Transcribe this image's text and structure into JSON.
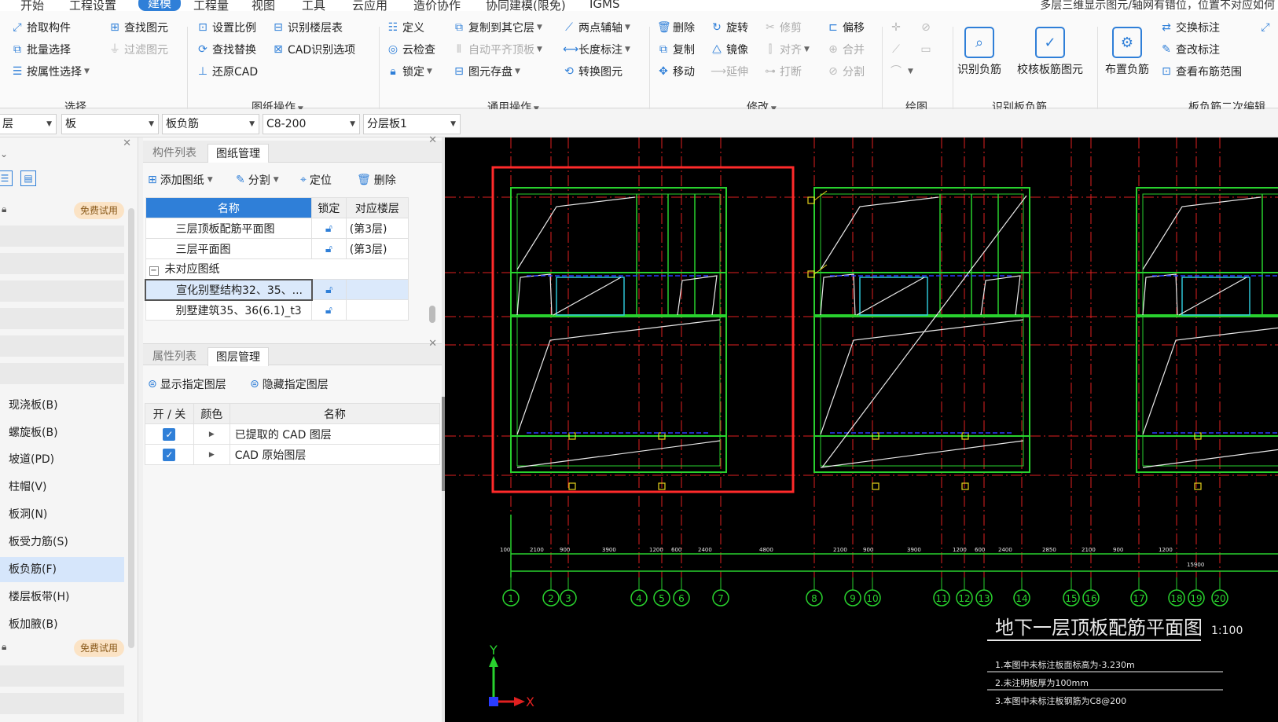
{
  "menu": {
    "items": [
      "开始",
      "工程设置",
      "建模",
      "工程量",
      "视图",
      "工具",
      "云应用",
      "造价协作",
      "协同建模(限免)",
      "IGMS"
    ],
    "active_index": 2,
    "notice": "多层三维显示图元/轴网有错位，位置不对应如何"
  },
  "ribbon": {
    "select_group": {
      "label": "选择",
      "pick": "拾取构件",
      "batch": "批量选择",
      "by_attr": "按属性选择",
      "find": "查找图元",
      "filter": "过滤图元"
    },
    "drawing_group": {
      "label": "图纸操作",
      "set_scale": "设置比例",
      "identify_floor": "识别楼层表",
      "find_replace": "查找替换",
      "cad_options": "CAD识别选项",
      "restore_cad": "还原CAD"
    },
    "common_group": {
      "label": "通用操作",
      "define": "定义",
      "copy_to_other": "复制到其它层",
      "two_point_axis": "两点辅轴",
      "cloud_check": "云检查",
      "auto_align": "自动平齐顶板",
      "length_mark": "长度标注",
      "lock": "锁定",
      "save_element": "图元存盘",
      "convert": "转换图元"
    },
    "modify_group": {
      "label": "修改",
      "delete": "删除",
      "rotate": "旋转",
      "trim": "修剪",
      "offset": "偏移",
      "copy": "复制",
      "mirror": "镜像",
      "align": "对齐",
      "merge": "合并",
      "move": "移动",
      "extend": "延伸",
      "break": "打断",
      "split": "分割"
    },
    "draw_group": {
      "label": "绘图"
    },
    "identify_group": {
      "label": "识别板负筋",
      "identify": "识别负筋",
      "check": "校核板筋图元"
    },
    "second_edit_group": {
      "label": "板负筋二次编辑",
      "place": "布置负筋",
      "swap_mark": "交换标注",
      "edit_mark": "查改标注",
      "view_range": "查看布筋范围"
    }
  },
  "filters": {
    "floor": "层",
    "type": "板",
    "subtype": "板负筋",
    "spec": "C8-200",
    "layer": "分层板1"
  },
  "left_panel": {
    "badge": "免费试用",
    "items": [
      "现浇板(B)",
      "螺旋板(B)",
      "坡道(PD)",
      "柱帽(V)",
      "板洞(N)",
      "板受力筋(S)",
      "板负筋(F)",
      "楼层板带(H)",
      "板加腋(B)"
    ],
    "selected_index": 6,
    "badge2": "免费试用"
  },
  "drawing_panel": {
    "tabs": [
      "构件列表",
      "图纸管理"
    ],
    "active_tab": 1,
    "toolbar": {
      "add": "添加图纸",
      "split": "分割",
      "locate": "定位",
      "delete": "删除"
    },
    "columns": [
      "名称",
      "锁定",
      "对应楼层"
    ],
    "rows": [
      {
        "name": "三层顶板配筋平面图",
        "floor": "(第3层)"
      },
      {
        "name": "三层平面图",
        "floor": "(第3层)"
      }
    ],
    "group": "未对应图纸",
    "group_rows": [
      {
        "name": "宣化别墅结构32、35、...",
        "floor": ""
      },
      {
        "name": "别墅建筑35、36(6.1)_t3",
        "floor": ""
      }
    ]
  },
  "layer_panel": {
    "tabs": [
      "属性列表",
      "图层管理"
    ],
    "active_tab": 1,
    "toolbar": {
      "show": "显示指定图层",
      "hide": "隐藏指定图层"
    },
    "columns": [
      "开 / 关",
      "颜色",
      "名称"
    ],
    "rows": [
      {
        "name": "已提取的 CAD 图层",
        "on": true
      },
      {
        "name": "CAD 原始图层",
        "on": true
      }
    ]
  },
  "cad": {
    "title": "地下一层顶板配筋平面图",
    "scale": "1:100",
    "notes": [
      "1.本图中未标注板面标高为-3.230m",
      "2.未注明板厚为100mm",
      "3.本图中未标注板钢筋为C8@200"
    ],
    "axis_numbers": [
      "1",
      "2",
      "3",
      "4",
      "5",
      "6",
      "7",
      "8",
      "9",
      "10",
      "11",
      "12",
      "13",
      "14",
      "15",
      "16",
      "17",
      "18",
      "19",
      "20"
    ],
    "dims_left": [
      "100",
      "2100",
      "900",
      "3900",
      "1200",
      "600",
      "2400",
      "4800"
    ],
    "dims_right": [
      "2100",
      "900",
      "3900",
      "1200",
      "600",
      "2400",
      "2850",
      "2100",
      "900",
      "1200",
      "15900"
    ],
    "axis_x": "X",
    "axis_y": "Y",
    "colors": {
      "green": "#29d12e",
      "red": "#e02020",
      "highlight": "#ff2a2a",
      "yellow": "#e6d21c",
      "white": "#e8e8e8",
      "cyan": "#2ec4d6",
      "blue": "#2a3cff"
    }
  }
}
